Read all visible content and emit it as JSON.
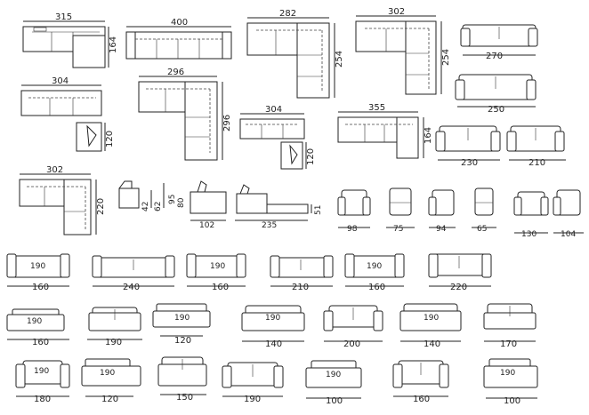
{
  "top_row": {
    "d315": "315",
    "d400": "400",
    "d282": "282",
    "d302a": "302",
    "d164a": "164",
    "d254a": "254",
    "d254b": "254",
    "d270": "270"
  },
  "row2": {
    "d304a": "304",
    "d296": "296",
    "d296v": "296",
    "d250": "250",
    "d120a": "120"
  },
  "row3": {
    "d304b": "304",
    "d355": "355",
    "d120b": "120",
    "d164b": "164",
    "d230": "230",
    "d210a": "210"
  },
  "row4": {
    "d302b": "302",
    "d220": "220",
    "d42": "42",
    "d62": "62",
    "d95": "95",
    "d80": "80",
    "d102": "102",
    "d235": "235",
    "d51": "51",
    "d98": "98",
    "d75": "75",
    "d94": "94",
    "d65": "65",
    "d130": "130",
    "d104": "104"
  },
  "row5": {
    "bed190": "190",
    "w160a": "160",
    "w240": "240",
    "w160b": "160",
    "w210": "210",
    "w160c": "160",
    "w220": "220"
  },
  "row6": {
    "bed190": "190",
    "w160": "160",
    "w190": "190",
    "w120": "120",
    "w140a": "140",
    "w200": "200",
    "w140b": "140",
    "w170": "170"
  },
  "row7": {
    "bed190": "190",
    "w180": "180",
    "w120": "120",
    "w150": "150",
    "w190": "190",
    "w100a": "100",
    "w160": "160",
    "w100b": "100"
  }
}
